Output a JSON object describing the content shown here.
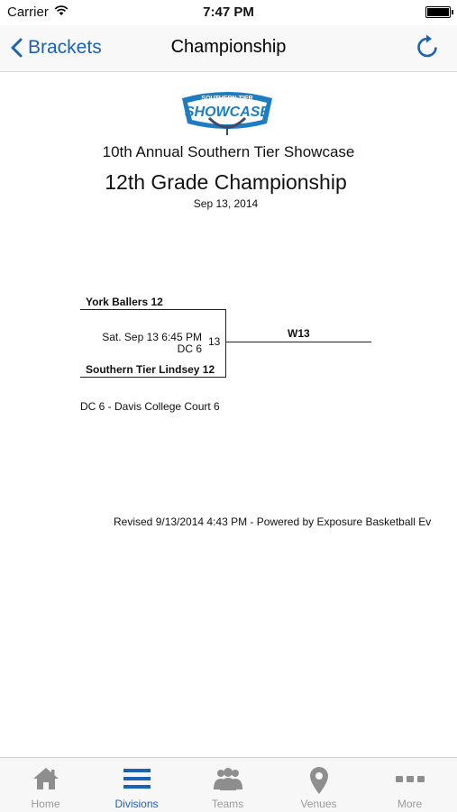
{
  "status_bar": {
    "carrier": "Carrier",
    "time": "7:47 PM"
  },
  "nav": {
    "back_label": "Brackets",
    "title": "Championship",
    "icons": {
      "back": "chevron-left-icon",
      "refresh": "refresh-icon"
    }
  },
  "logo": {
    "line1": "SOUTHERN TIER",
    "line2": "SHOWCASE"
  },
  "event": {
    "name": "10th Annual Southern Tier Showcase",
    "division": "12th Grade Championship",
    "date": "Sep 13, 2014"
  },
  "bracket": {
    "team_top": "York Ballers 12",
    "team_bottom": "Southern Tier Lindsey 12",
    "game_time": "Sat. Sep 13 6:45 PM",
    "game_court": "DC 6",
    "game_number": "13",
    "winner_slot": "W13"
  },
  "court_legend": "DC 6 - Davis College Court 6",
  "footer_note": "Revised 9/13/2014 4:43 PM - Powered by Exposure Basketball Ev",
  "tabs": [
    {
      "label": "Home",
      "icon": "home-icon",
      "active": false
    },
    {
      "label": "Divisions",
      "icon": "divisions-icon",
      "active": true
    },
    {
      "label": "Teams",
      "icon": "teams-icon",
      "active": false
    },
    {
      "label": "Venues",
      "icon": "venues-icon",
      "active": false
    },
    {
      "label": "More",
      "icon": "more-icon",
      "active": false
    }
  ],
  "colors": {
    "accent": "#1b62b5",
    "inactive_tab": "#9a9a9a",
    "logo_blue": "#1f7cc0"
  }
}
